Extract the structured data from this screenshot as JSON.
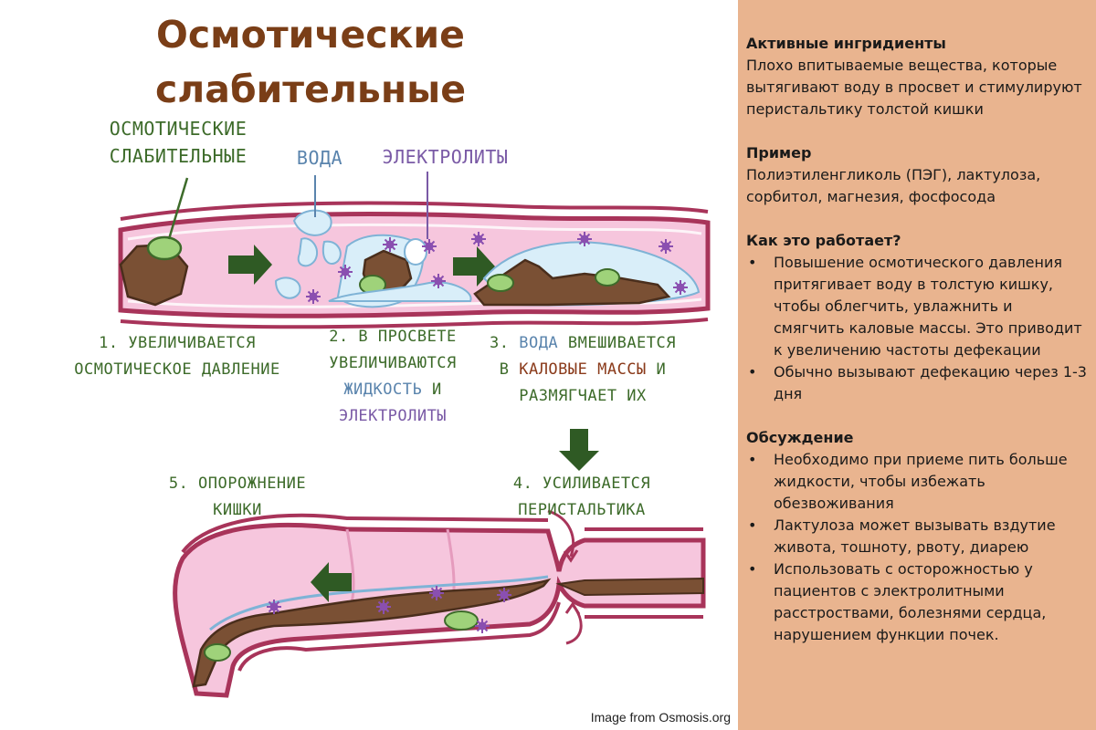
{
  "title": "Осмотические слабительные",
  "labels": {
    "laxatives": "ОСМОТИЧЕСКИЕ СЛАБИТЕЛЬНЫЕ",
    "water": "ВОДА",
    "electrolytes": "ЭЛЕКТРОЛИТЫ"
  },
  "steps": {
    "s1": "1. УВЕЛИЧИВАЕТСЯ ОСМОТИЧЕСКОЕ ДАВЛЕНИЕ",
    "s2_a": "2. В ПРОСВЕТЕ УВЕЛИЧИВАЮТСЯ",
    "s2_b": "ЖИДКОСТЬ",
    "s2_c": " И ",
    "s2_d": "ЭЛЕКТРОЛИТЫ",
    "s3_a": "3. ",
    "s3_b": "ВОДА",
    "s3_c": " ВМЕШИВАЕТСЯ В ",
    "s3_d": "КАЛОВЫЕ МАССЫ",
    "s3_e": " И РАЗМЯГЧАЕТ ИХ",
    "s4": "4. УСИЛИВАЕТСЯ ПЕРИСТАЛЬТИКА",
    "s5": "5. ОПОРОЖНЕНИЕ КИШКИ"
  },
  "credit": "Image from Osmosis.org",
  "colors": {
    "title": "#7a3e17",
    "panel_bg": "#e9b48f",
    "green": "#3d6b2a",
    "blue": "#5a84ad",
    "purple": "#7a5aa6",
    "arrow": "#2f5a24",
    "intestine_wall": "#a8345a",
    "intestine_lumen": "#f6c6dd",
    "stool": "#7a5034",
    "water": "#cfe6f5"
  },
  "panel": {
    "active": {
      "heading": "Активные ингридиенты",
      "text": "Плохо впитываемые вещества, которые вытягивают воду в просвет и стимулируют перистальтику толстой кишки"
    },
    "example": {
      "heading": "Пример",
      "text": "Полиэтиленгликоль (ПЭГ), лактулоза, сорбитол, магнезия, фосфосода"
    },
    "how": {
      "heading": "Как это работает?",
      "items": [
        "Повышение осмотического давления притягивает воду в толстую кишку, чтобы облегчить, увлажнить и смягчить каловые массы. Это приводит к увеличению частоты дефекации",
        "Обычно вызывают дефекацию через 1-3 дня"
      ]
    },
    "discussion": {
      "heading": "Обсуждение",
      "items": [
        "Необходимо при приеме пить больше жидкости, чтобы избежать обезвоживания",
        "Лактулоза может вызывать вздутие живота, тошноту, рвоту, диарею",
        "Использовать с осторожностью у пациентов с электролитными расстроствами, болезнями сердца, нарушением функции почек."
      ]
    }
  }
}
